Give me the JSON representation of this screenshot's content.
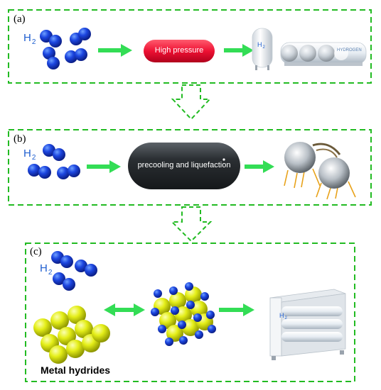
{
  "panels": [
    {
      "label": "(a)",
      "h2_main": "H",
      "h2_sub": "2",
      "process": "High pressure",
      "tank_h2_main": "H",
      "tank_h2_sub": "2",
      "tank_brand": "HYDROGEN"
    },
    {
      "label": "(b)",
      "h2_main": "H",
      "h2_sub": "2",
      "process": "precooling and liquefaction"
    },
    {
      "label": "(c)",
      "h2_main": "H",
      "h2_sub": "2",
      "material": "Metal hydrides",
      "box_h2_main": "H",
      "box_h2_sub": "2"
    }
  ],
  "colors": {
    "border_green": "#22bb22",
    "arrow_green": "#33dd55",
    "h2_blue": "#1a3fd6",
    "metal_yellow": "#e6ef1a",
    "pressure_red": "#ee1133",
    "liquefaction_dark": "#2b2f33"
  }
}
